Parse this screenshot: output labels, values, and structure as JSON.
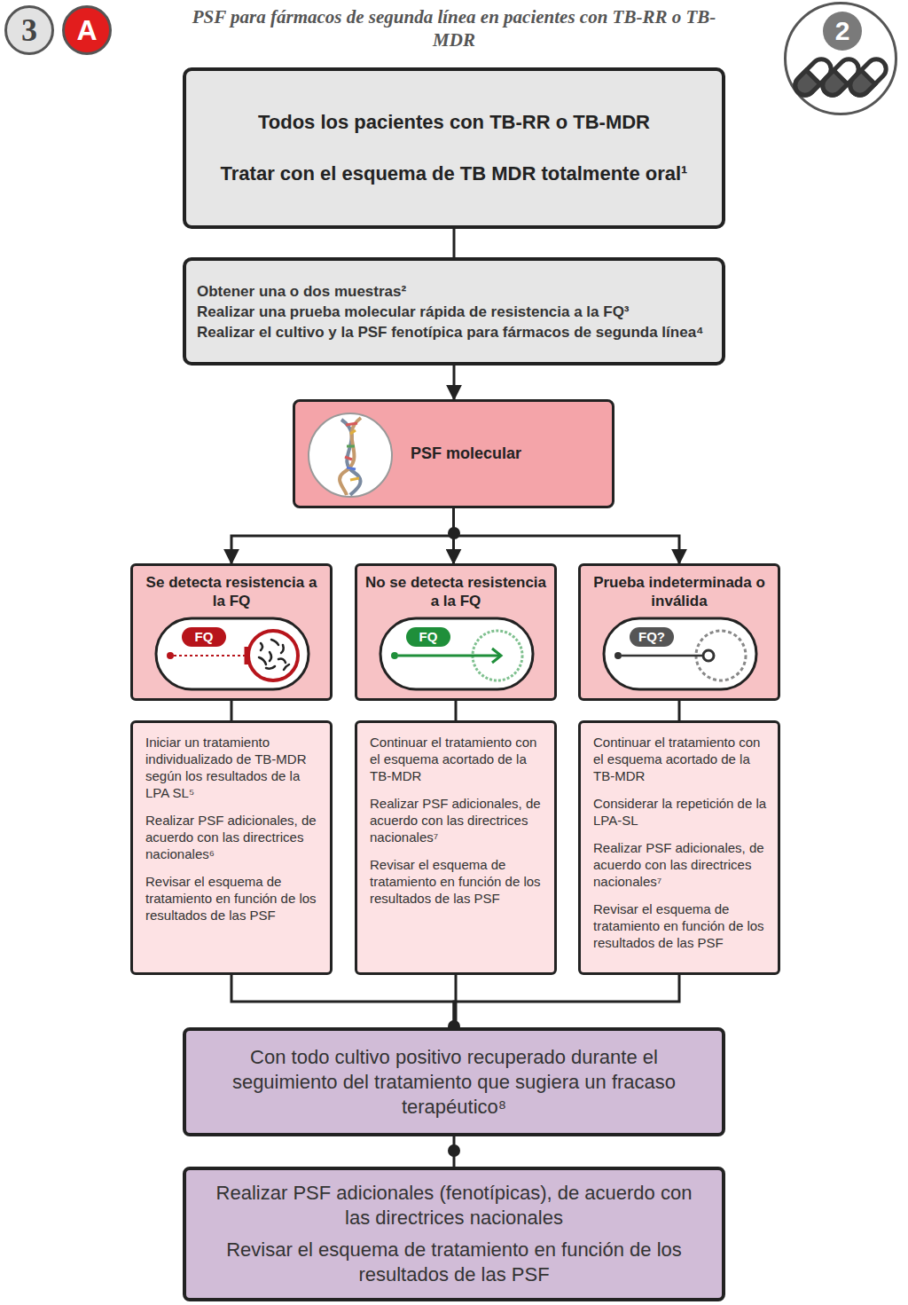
{
  "diagram": {
    "title": "PSF para fármacos de segunda línea en pacientes con TB-RR o TB-MDR",
    "nodes": [
      {
        "text": [
          "3"
        ]
      },
      {
        "text": [
          "A"
        ]
      },
      {
        "text": [
          "2"
        ]
      },
      {
        "text": [
          "Todos los pacientes con TB-RR o TB-MDR",
          "Tratar con el esquema de TB MDR totalmente oral¹"
        ]
      },
      {
        "text": [
          "Obtener una o dos muestras²",
          "Realizar una prueba molecular rápida de resistencia a la FQ³",
          "Realizar el cultivo y la PSF fenotípica para fármacos de segunda línea⁴"
        ]
      },
      {
        "text": [
          "PSF molecular"
        ]
      },
      {
        "text": [
          "Se detecta resistencia a la FQ"
        ]
      },
      {
        "text": [
          "No se detecta resistencia a la FQ"
        ]
      },
      {
        "text": [
          "Prueba indeterminada o inválida"
        ]
      },
      {
        "text": [
          "Iniciar un tratamiento individualizado de TB-MDR según los resultados de la LPA SL⁵",
          "Realizar PSF adicionales, de acuerdo con las directrices nacionales⁶",
          "Revisar el esquema de tratamiento en función de los resultados de las PSF"
        ]
      },
      {
        "text": [
          "Continuar el tratamiento con el esquema acortado de la TB-MDR",
          "Realizar PSF adicionales, de acuerdo con las directrices nacionales⁷",
          "Revisar el esquema de tratamiento en función de los resultados de las PSF"
        ]
      },
      {
        "text": [
          "Continuar el tratamiento con el esquema acortado de la TB-MDR",
          "Considerar la repetición de la LPA-SL",
          "Realizar PSF adicionales, de acuerdo con las directrices nacionales⁷",
          "Revisar el esquema de tratamiento en función de los resultados de las PSF"
        ]
      },
      {
        "text": [
          "Con todo cultivo positivo recuperado durante el seguimiento del tratamiento que sugiera un fracaso terapéutico⁸"
        ]
      },
      {
        "text": [
          "Realizar PSF adicionales (fenotípicas), de acuerdo con las directrices nacionales",
          "Revisar el esquema de tratamiento en función de los resultados de las PSF"
        ]
      }
    ],
    "edges": [
      {
        "from": 3,
        "to": 4,
        "arrow": "none"
      },
      {
        "from": 4,
        "to": 5,
        "arrow": "to"
      },
      {
        "from": 5,
        "to": 6,
        "arrow": "to"
      },
      {
        "from": 5,
        "to": 7,
        "arrow": "to"
      },
      {
        "from": 5,
        "to": 8,
        "arrow": "to"
      },
      {
        "from": 6,
        "to": 9,
        "arrow": "none"
      },
      {
        "from": 7,
        "to": 10,
        "arrow": "none"
      },
      {
        "from": 8,
        "to": 11,
        "arrow": "none"
      },
      {
        "from": 9,
        "to": 12,
        "arrow": "none"
      },
      {
        "from": 10,
        "to": 12,
        "arrow": "none"
      },
      {
        "from": 11,
        "to": 12,
        "arrow": "none"
      },
      {
        "from": 12,
        "to": 13,
        "arrow": "none"
      }
    ],
    "labels": [
      "FQ",
      "FQ",
      "FQ?"
    ]
  }
}
